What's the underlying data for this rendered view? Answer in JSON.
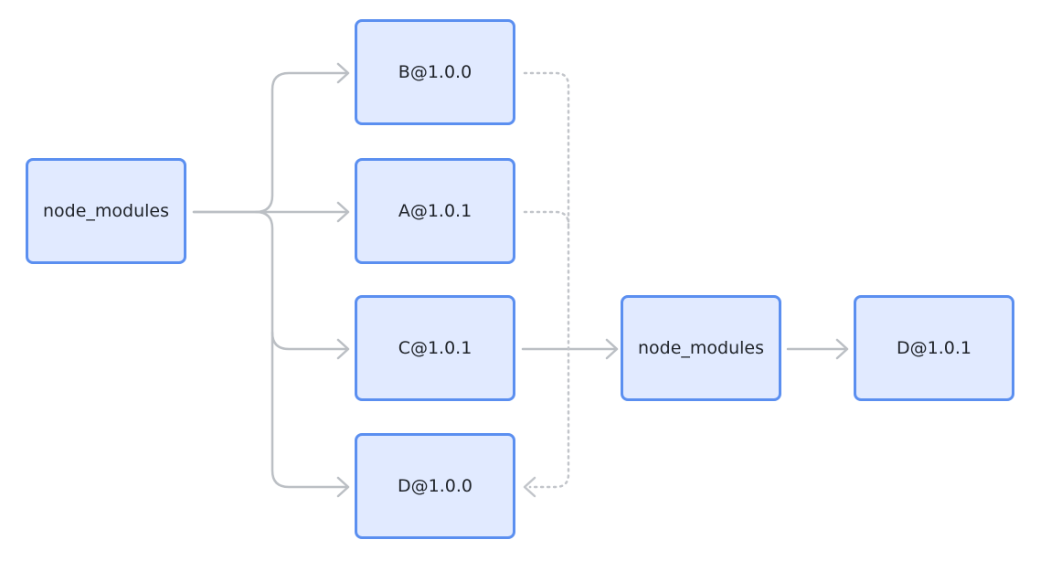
{
  "nodes": {
    "root_modules": "node_modules",
    "b": "B@1.0.0",
    "a": "A@1.0.1",
    "c": "C@1.0.1",
    "d_root": "D@1.0.0",
    "c_modules": "node_modules",
    "d_nested": "D@1.0.1"
  }
}
